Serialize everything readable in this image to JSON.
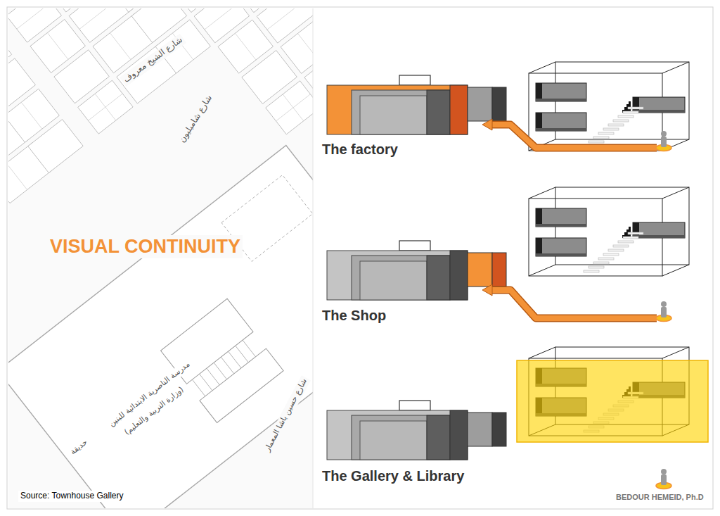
{
  "diagram": {
    "title": "VISUAL CONTINUITY",
    "labels": [
      "The factory",
      "The Shop",
      "The Gallery & Library",
      "Source: Townhouse Gallery",
      "BEDOUR HEMEID, Ph.D",
      "شارع شامبليون",
      "شارع الشيخ معروف",
      "مدرسة الناصرية الابتدائية للبنين",
      "(وزارة التربية والتعليم)",
      "حديقة",
      "شارع حسين باشا المعمار"
    ]
  }
}
